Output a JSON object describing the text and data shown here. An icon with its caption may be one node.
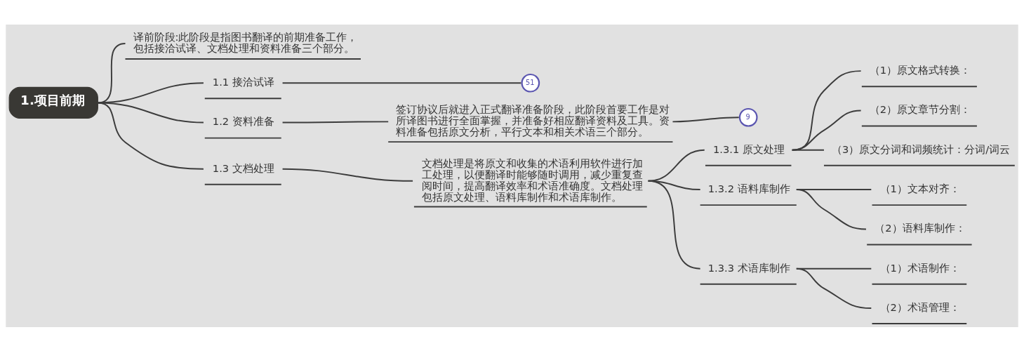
{
  "diagram": {
    "nodes": [
      {
        "text": [
          "1.项目前期"
        ]
      },
      {
        "text": [
          "译前阶段:此阶段是指图书翻译的前期准备工作，包括接洽试译、文档处理和资料准备三个部分。"
        ]
      },
      {
        "text": [
          "1.1 接洽试译"
        ]
      },
      {
        "text": [
          "51"
        ]
      },
      {
        "text": [
          "1.2 资料准备"
        ]
      },
      {
        "text": [
          "签订协议后就进入正式翻译准备阶段，此阶段首要工作是对所译图书进行全面掌握，并准备好相应翻译资料及工具。资料准备包括原文分析，平行文本和相关术语三个部分。"
        ]
      },
      {
        "text": [
          "9"
        ]
      },
      {
        "text": [
          "1.3 文档处理"
        ]
      },
      {
        "text": [
          "文档处理是将原文和收集的术语利用软件进行加工处理，以便翻译时能够随时调用，减少重复查阅时间，提高翻译效率和术语准确度。文档处理包括原文处理、语料库制作和术语库制作。"
        ]
      },
      {
        "text": [
          "1.3.1 原文处理"
        ]
      },
      {
        "text": [
          "（1）原文格式转换："
        ]
      },
      {
        "text": [
          "（2）原文章节分割："
        ]
      },
      {
        "text": [
          "（3）原文分词和词频统计：分词/词云"
        ]
      },
      {
        "text": [
          "1.3.2 语料库制作"
        ]
      },
      {
        "text": [
          "（1）文本对齐："
        ]
      },
      {
        "text": [
          "（2）语料库制作："
        ]
      },
      {
        "text": [
          "1.3.3 术语库制作"
        ]
      },
      {
        "text": [
          "（1）术语制作："
        ]
      },
      {
        "text": [
          "（2）术语管理："
        ]
      }
    ],
    "edges": [
      {
        "from": 0,
        "to": 1,
        "arrow": "none"
      },
      {
        "from": 0,
        "to": 2,
        "arrow": "none"
      },
      {
        "from": 0,
        "to": 4,
        "arrow": "none"
      },
      {
        "from": 0,
        "to": 7,
        "arrow": "none"
      },
      {
        "from": 2,
        "to": 3,
        "arrow": "none"
      },
      {
        "from": 4,
        "to": 5,
        "arrow": "none"
      },
      {
        "from": 5,
        "to": 6,
        "arrow": "none"
      },
      {
        "from": 7,
        "to": 8,
        "arrow": "none"
      },
      {
        "from": 8,
        "to": 9,
        "arrow": "none"
      },
      {
        "from": 9,
        "to": 10,
        "arrow": "none"
      },
      {
        "from": 9,
        "to": 11,
        "arrow": "none"
      },
      {
        "from": 9,
        "to": 12,
        "arrow": "none"
      },
      {
        "from": 8,
        "to": 13,
        "arrow": "none"
      },
      {
        "from": 13,
        "to": 14,
        "arrow": "none"
      },
      {
        "from": 13,
        "to": 15,
        "arrow": "none"
      },
      {
        "from": 8,
        "to": 16,
        "arrow": "none"
      },
      {
        "from": 16,
        "to": 17,
        "arrow": "none"
      },
      {
        "from": 16,
        "to": 18,
        "arrow": "none"
      }
    ]
  }
}
